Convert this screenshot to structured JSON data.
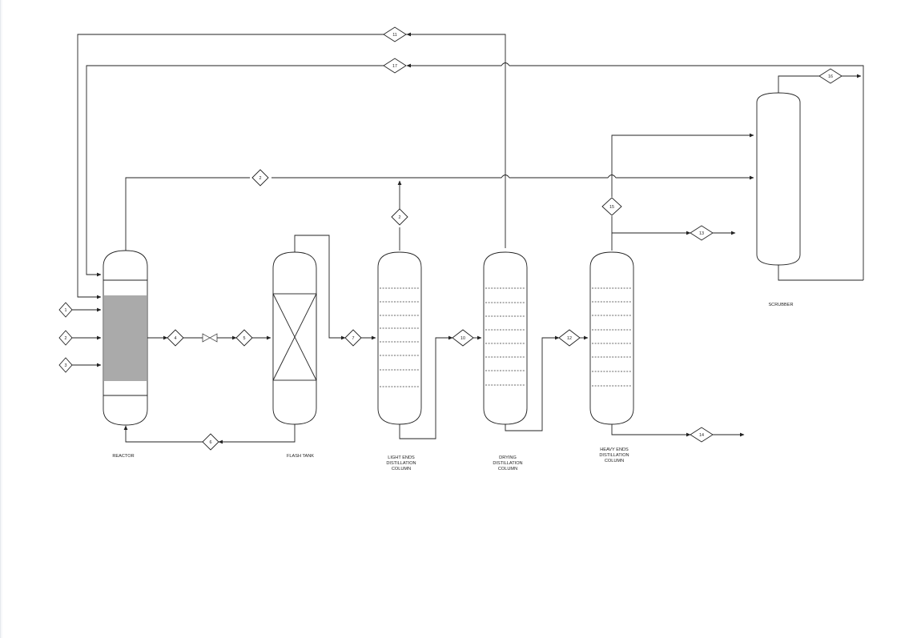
{
  "equipment": {
    "reactor": "REACTOR",
    "flash_tank": "FLASH TANK",
    "light_ends": [
      "LIGHT ENDS",
      "DISTILLATION",
      "COLUMN"
    ],
    "drying": [
      "DRYING",
      "DISTILLATION",
      "COLUMN"
    ],
    "heavy_ends": [
      "HEAVY ENDS",
      "DISTILLATION",
      "COLUMN"
    ],
    "scrubber": "SCRUBBER"
  },
  "streams": {
    "s1": "1",
    "s2": "2",
    "s3": "3",
    "s4": "4",
    "s5": "5",
    "s6": "6",
    "s7": "7",
    "s10": "10",
    "s12": "12",
    "s13": "13",
    "s14": "14",
    "s15": "15",
    "s16": "16",
    "s17": "17",
    "s11": "11",
    "s2_top": "2",
    "s2_lightends": "2"
  },
  "colors": {
    "line": "#222222",
    "catalyst_bed": "#aaaaaa",
    "background": "#ffffff"
  }
}
